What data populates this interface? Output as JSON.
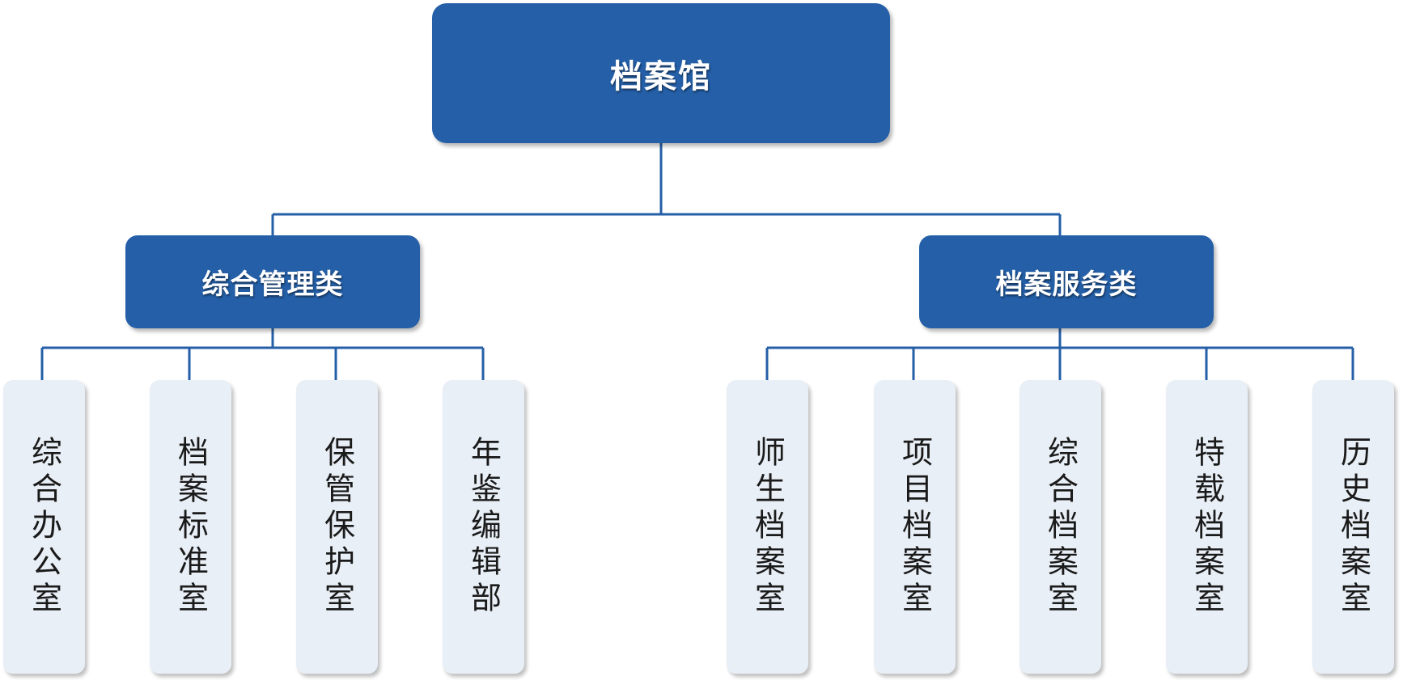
{
  "diagram": {
    "root": {
      "label": "档案馆"
    },
    "categories": [
      {
        "label": "综合管理类",
        "children": [
          {
            "label": "综合办公室"
          },
          {
            "label": "档案标准室"
          },
          {
            "label": "保管保护室"
          },
          {
            "label": "年鉴编辑部"
          }
        ]
      },
      {
        "label": "档案服务类",
        "children": [
          {
            "label": "师生档案室"
          },
          {
            "label": "项目档案室"
          },
          {
            "label": "综合档案室"
          },
          {
            "label": "特载档案室"
          },
          {
            "label": "历史档案室"
          }
        ]
      }
    ],
    "colors": {
      "node_fill": "#245fa7",
      "leaf_fill": "#e9eff6",
      "connector": "#245fa7"
    }
  }
}
